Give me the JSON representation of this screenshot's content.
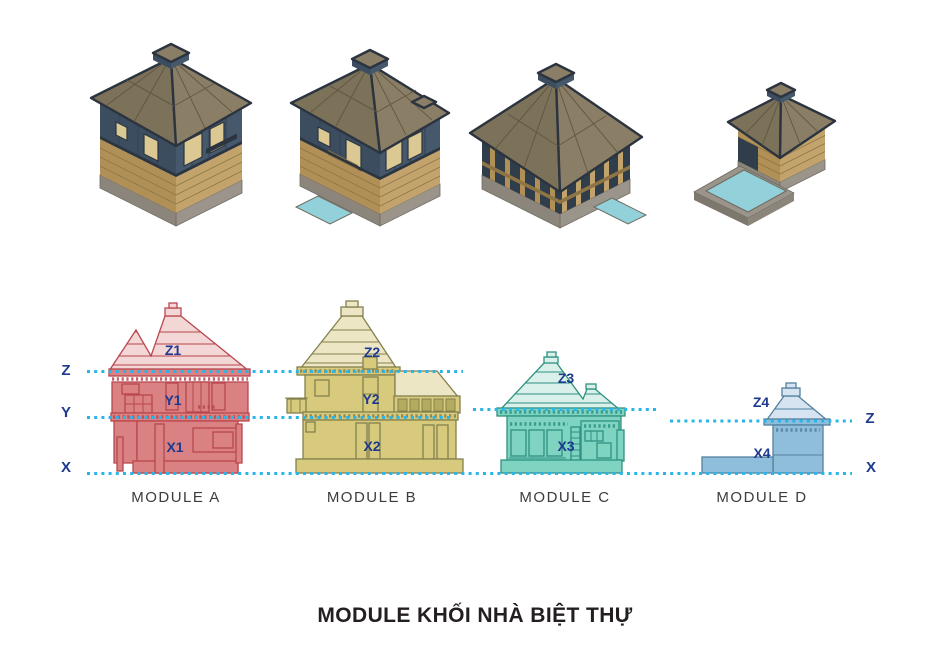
{
  "title": "MODULE KHỐI NHÀ BIỆT THỰ",
  "axes": {
    "left": [
      "Z",
      "Y",
      "X"
    ],
    "right": [
      "Z",
      "X"
    ]
  },
  "modules": [
    {
      "name": "MODULE A",
      "z": "Z1",
      "y": "Y1",
      "x": "X1"
    },
    {
      "name": "MODULE B",
      "z": "Z2",
      "y": "Y2",
      "x": "X2"
    },
    {
      "name": "MODULE C",
      "z": "Z3",
      "x": "X3"
    },
    {
      "name": "MODULE D",
      "z": "Z4",
      "x": "X4"
    }
  ],
  "colors": {
    "accent_cyan": "#29b5ea",
    "label_navy": "#1d3a8e",
    "module_name_gray": "#3d3b3c",
    "title_black": "#231f20",
    "a_body": "#d98183",
    "a_roof": "#f3d6d6",
    "a_line": "#b9474f",
    "b_body": "#d7ca7d",
    "b_roof": "#ede6c4",
    "b_line": "#84804e",
    "b_dark": "#b5ab60",
    "c_body": "#7fd3c1",
    "c_roof": "#daf0ea",
    "c_line": "#2f9181",
    "d_body": "#8fbeda",
    "d_roof": "#d5e4f0",
    "d_line": "#54809f",
    "iso_roof": "#8a7e66",
    "iso_roofL": "#7c7159",
    "iso_seam": "#5e543f",
    "iso_trim": "#2b343f",
    "iso_slate": "#46586c",
    "iso_slateL": "#3c4d60",
    "iso_slate_dark": "#35455a",
    "iso_wood": "#c2a36c",
    "iso_woodL": "#b09057",
    "iso_wood_dark": "#8f7444",
    "iso_stone": "#9b948a",
    "iso_stoneL": "#8b857b",
    "iso_stone_dark": "#6f6a61",
    "iso_window": "#dbc893",
    "iso_opening": "#303d4a",
    "iso_pool": "#92d1da"
  }
}
